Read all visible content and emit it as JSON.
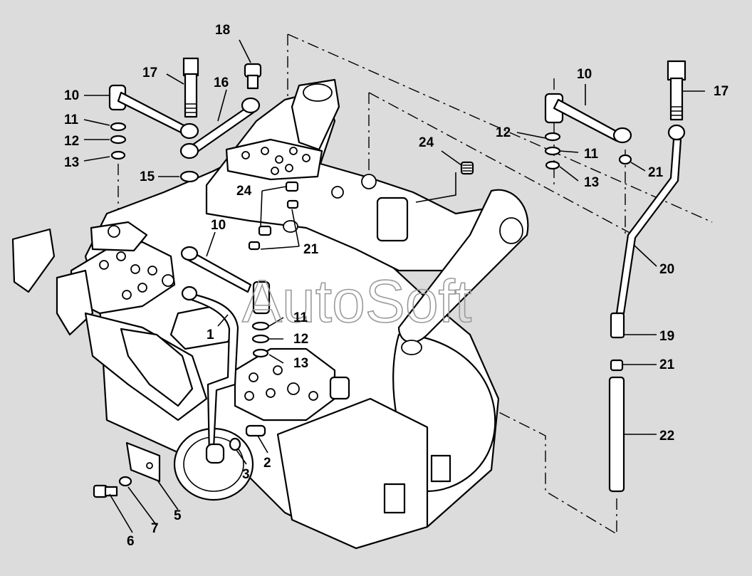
{
  "watermark": "AutoSoft",
  "callouts": {
    "c18": "18",
    "c17a": "17",
    "c16": "16",
    "c10a": "10",
    "c11a": "11",
    "c12a": "12",
    "c13a": "13",
    "c15": "15",
    "c24a": "24",
    "c10b": "10",
    "c21a": "21",
    "c11b": "11",
    "c12b": "12",
    "c13b": "13",
    "c1": "1",
    "c2": "2",
    "c3": "3",
    "c5": "5",
    "c6": "6",
    "c7": "7",
    "c24b": "24",
    "c10c": "10",
    "c17b": "17",
    "c12c": "12",
    "c11c": "11",
    "c13c": "13",
    "c21b": "21",
    "c20": "20",
    "c19": "19",
    "c21c": "21",
    "c22": "22"
  }
}
